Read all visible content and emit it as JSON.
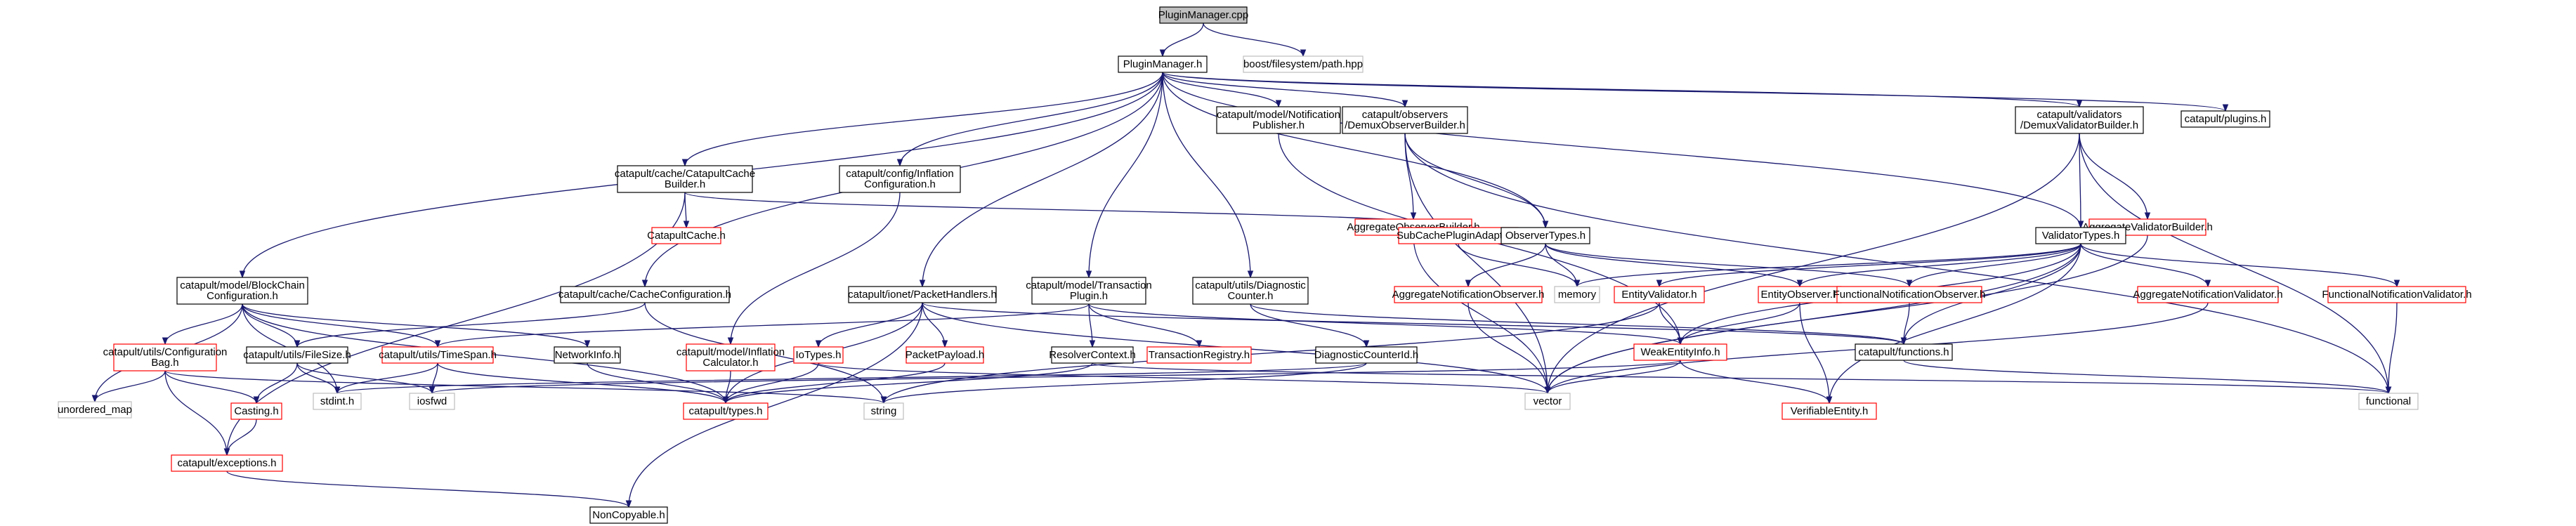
{
  "colors": {
    "background": "#ffffff",
    "edge": "#191970",
    "root_fill": "#bfbfbf",
    "documented_border": "#000000",
    "undocumented_border": "#ff0000",
    "system_border": "#bfbfbf",
    "text": "#000000"
  },
  "nodes": [
    {
      "id": "root",
      "lines": [
        "PluginManager.cpp"
      ],
      "kind": "root"
    },
    {
      "id": "boostfs",
      "lines": [
        "boost/filesystem/path.hpp"
      ],
      "kind": "system"
    },
    {
      "id": "pm",
      "lines": [
        "PluginManager.h"
      ],
      "kind": "documented"
    },
    {
      "id": "plugins",
      "lines": [
        "catapult/plugins.h"
      ],
      "kind": "documented"
    },
    {
      "id": "nph",
      "lines": [
        "catapult/model/Notification",
        "Publisher.h"
      ],
      "kind": "documented"
    },
    {
      "id": "dob",
      "lines": [
        "catapult/observers",
        "/DemuxObserverBuilder.h"
      ],
      "kind": "documented"
    },
    {
      "id": "dvb",
      "lines": [
        "catapult/validators",
        "/DemuxValidatorBuilder.h"
      ],
      "kind": "documented"
    },
    {
      "id": "ccb",
      "lines": [
        "catapult/cache/CatapultCache",
        "Builder.h"
      ],
      "kind": "documented"
    },
    {
      "id": "icfg",
      "lines": [
        "catapult/config/Inflation",
        "Configuration.h"
      ],
      "kind": "documented"
    },
    {
      "id": "aob",
      "lines": [
        "AggregateObserverBuilder.h"
      ],
      "kind": "undocumented"
    },
    {
      "id": "avb",
      "lines": [
        "AggregateValidatorBuilder.h"
      ],
      "kind": "undocumented"
    },
    {
      "id": "cc",
      "lines": [
        "CatapultCache.h"
      ],
      "kind": "undocumented"
    },
    {
      "id": "scpa",
      "lines": [
        "SubCachePluginAdapter.h"
      ],
      "kind": "undocumented"
    },
    {
      "id": "ot",
      "lines": [
        "ObserverTypes.h"
      ],
      "kind": "documented"
    },
    {
      "id": "vt",
      "lines": [
        "ValidatorTypes.h"
      ],
      "kind": "documented"
    },
    {
      "id": "bcc",
      "lines": [
        "catapult/model/BlockChain",
        "Configuration.h"
      ],
      "kind": "documented"
    },
    {
      "id": "ccfg",
      "lines": [
        "catapult/cache/CacheConfiguration.h"
      ],
      "kind": "documented"
    },
    {
      "id": "ph",
      "lines": [
        "catapult/ionet/PacketHandlers.h"
      ],
      "kind": "documented"
    },
    {
      "id": "tp",
      "lines": [
        "catapult/model/Transaction",
        "Plugin.h"
      ],
      "kind": "documented"
    },
    {
      "id": "udc",
      "lines": [
        "catapult/utils/Diagnostic",
        "Counter.h"
      ],
      "kind": "documented"
    },
    {
      "id": "ano",
      "lines": [
        "AggregateNotificationObserver.h"
      ],
      "kind": "undocumented"
    },
    {
      "id": "memory",
      "lines": [
        "memory"
      ],
      "kind": "system"
    },
    {
      "id": "ev",
      "lines": [
        "EntityValidator.h"
      ],
      "kind": "undocumented"
    },
    {
      "id": "eo",
      "lines": [
        "EntityObserver.h"
      ],
      "kind": "undocumented"
    },
    {
      "id": "fno",
      "lines": [
        "FunctionalNotificationObserver.h"
      ],
      "kind": "undocumented"
    },
    {
      "id": "anv",
      "lines": [
        "AggregateNotificationValidator.h"
      ],
      "kind": "undocumented"
    },
    {
      "id": "fnv",
      "lines": [
        "FunctionalNotificationValidator.h"
      ],
      "kind": "undocumented"
    },
    {
      "id": "ucb",
      "lines": [
        "catapult/utils/Configuration",
        "Bag.h"
      ],
      "kind": "undocumented"
    },
    {
      "id": "ufs",
      "lines": [
        "catapult/utils/FileSize.h"
      ],
      "kind": "documented"
    },
    {
      "id": "uts",
      "lines": [
        "catapult/utils/TimeSpan.h"
      ],
      "kind": "undocumented"
    },
    {
      "id": "ni",
      "lines": [
        "NetworkInfo.h"
      ],
      "kind": "documented"
    },
    {
      "id": "mic",
      "lines": [
        "catapult/model/Inflation",
        "Calculator.h"
      ],
      "kind": "undocumented"
    },
    {
      "id": "iot",
      "lines": [
        "IoTypes.h"
      ],
      "kind": "undocumented"
    },
    {
      "id": "pp",
      "lines": [
        "PacketPayload.h"
      ],
      "kind": "undocumented"
    },
    {
      "id": "rc",
      "lines": [
        "ResolverContext.h"
      ],
      "kind": "documented"
    },
    {
      "id": "tr",
      "lines": [
        "TransactionRegistry.h"
      ],
      "kind": "undocumented"
    },
    {
      "id": "dci",
      "lines": [
        "DiagnosticCounterId.h"
      ],
      "kind": "documented"
    },
    {
      "id": "wei",
      "lines": [
        "WeakEntityInfo.h"
      ],
      "kind": "undocumented"
    },
    {
      "id": "cf",
      "lines": [
        "catapult/functions.h"
      ],
      "kind": "documented"
    },
    {
      "id": "casting",
      "lines": [
        "Casting.h"
      ],
      "kind": "undocumented"
    },
    {
      "id": "umap",
      "lines": [
        "unordered_map"
      ],
      "kind": "system"
    },
    {
      "id": "stdint",
      "lines": [
        "stdint.h"
      ],
      "kind": "system"
    },
    {
      "id": "iosfwd",
      "lines": [
        "iosfwd"
      ],
      "kind": "system"
    },
    {
      "id": "types",
      "lines": [
        "catapult/types.h"
      ],
      "kind": "undocumented"
    },
    {
      "id": "string",
      "lines": [
        "string"
      ],
      "kind": "system"
    },
    {
      "id": "vector",
      "lines": [
        "vector"
      ],
      "kind": "system"
    },
    {
      "id": "ve",
      "lines": [
        "VerifiableEntity.h"
      ],
      "kind": "undocumented"
    },
    {
      "id": "functional",
      "lines": [
        "functional"
      ],
      "kind": "system"
    },
    {
      "id": "exc",
      "lines": [
        "catapult/exceptions.h"
      ],
      "kind": "undocumented"
    },
    {
      "id": "nc",
      "lines": [
        "NonCopyable.h"
      ],
      "kind": "documented"
    }
  ],
  "edges": [
    [
      "root",
      "pm"
    ],
    [
      "root",
      "boostfs"
    ],
    [
      "pm",
      "plugins"
    ],
    [
      "pm",
      "nph"
    ],
    [
      "pm",
      "dob"
    ],
    [
      "pm",
      "dvb"
    ],
    [
      "pm",
      "ccb"
    ],
    [
      "pm",
      "icfg"
    ],
    [
      "pm",
      "ot"
    ],
    [
      "pm",
      "vt"
    ],
    [
      "pm",
      "bcc"
    ],
    [
      "pm",
      "ccfg"
    ],
    [
      "pm",
      "ph"
    ],
    [
      "pm",
      "tp"
    ],
    [
      "pm",
      "udc"
    ],
    [
      "nph",
      "wei"
    ],
    [
      "dob",
      "aob"
    ],
    [
      "dob",
      "ot"
    ],
    [
      "dob",
      "vector"
    ],
    [
      "dob",
      "functional"
    ],
    [
      "dvb",
      "avb"
    ],
    [
      "dvb",
      "vt"
    ],
    [
      "dvb",
      "vector"
    ],
    [
      "dvb",
      "functional"
    ],
    [
      "ccb",
      "cc"
    ],
    [
      "ccb",
      "scpa"
    ],
    [
      "ccb",
      "exc"
    ],
    [
      "icfg",
      "mic"
    ],
    [
      "aob",
      "ot"
    ],
    [
      "aob",
      "vector"
    ],
    [
      "avb",
      "vt"
    ],
    [
      "avb",
      "vector"
    ],
    [
      "scpa",
      "memory"
    ],
    [
      "ot",
      "ano"
    ],
    [
      "ot",
      "eo"
    ],
    [
      "ot",
      "memory"
    ],
    [
      "ot",
      "fno"
    ],
    [
      "vt",
      "memory"
    ],
    [
      "vt",
      "ev"
    ],
    [
      "vt",
      "eo"
    ],
    [
      "vt",
      "fno"
    ],
    [
      "vt",
      "anv"
    ],
    [
      "vt",
      "fnv"
    ],
    [
      "vt",
      "cf"
    ],
    [
      "vt",
      "wei"
    ],
    [
      "vt",
      "vector"
    ],
    [
      "vt",
      "ve"
    ],
    [
      "ano",
      "vector"
    ],
    [
      "ev",
      "wei"
    ],
    [
      "ev",
      "string"
    ],
    [
      "eo",
      "wei"
    ],
    [
      "eo",
      "ve"
    ],
    [
      "fno",
      "cf"
    ],
    [
      "anv",
      "vector"
    ],
    [
      "fnv",
      "functional"
    ],
    [
      "bcc",
      "ucb"
    ],
    [
      "bcc",
      "ufs"
    ],
    [
      "bcc",
      "uts"
    ],
    [
      "bcc",
      "ni"
    ],
    [
      "bcc",
      "umap"
    ],
    [
      "bcc",
      "stdint"
    ],
    [
      "bcc",
      "types"
    ],
    [
      "ccfg",
      "ufs"
    ],
    [
      "ccfg",
      "string"
    ],
    [
      "ph",
      "iot"
    ],
    [
      "ph",
      "pp"
    ],
    [
      "ph",
      "types"
    ],
    [
      "ph",
      "vector"
    ],
    [
      "ph",
      "nc"
    ],
    [
      "ph",
      "cf"
    ],
    [
      "tp",
      "rc"
    ],
    [
      "tp",
      "tr"
    ],
    [
      "tp",
      "wei"
    ],
    [
      "tp",
      "uts"
    ],
    [
      "udc",
      "dci"
    ],
    [
      "udc",
      "cf"
    ],
    [
      "ucb",
      "umap"
    ],
    [
      "ucb",
      "casting"
    ],
    [
      "ucb",
      "exc"
    ],
    [
      "ucb",
      "string"
    ],
    [
      "ufs",
      "casting"
    ],
    [
      "ufs",
      "stdint"
    ],
    [
      "ufs",
      "iosfwd"
    ],
    [
      "uts",
      "stdint"
    ],
    [
      "uts",
      "iosfwd"
    ],
    [
      "uts",
      "types"
    ],
    [
      "ni",
      "types"
    ],
    [
      "mic",
      "types"
    ],
    [
      "iot",
      "types"
    ],
    [
      "iot",
      "vector"
    ],
    [
      "pp",
      "types"
    ],
    [
      "rc",
      "types"
    ],
    [
      "rc",
      "functional"
    ],
    [
      "dci",
      "string"
    ],
    [
      "dci",
      "stdint"
    ],
    [
      "wei",
      "vector"
    ],
    [
      "wei",
      "ve"
    ],
    [
      "wei",
      "iosfwd"
    ],
    [
      "cf",
      "functional"
    ],
    [
      "casting",
      "exc"
    ],
    [
      "exc",
      "nc"
    ]
  ]
}
